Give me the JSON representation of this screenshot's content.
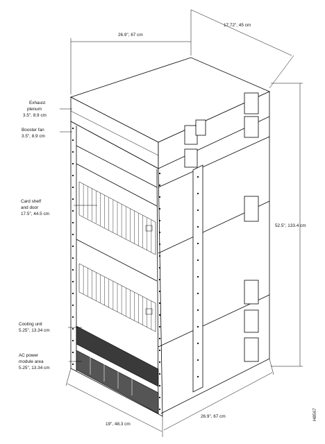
{
  "figure_id": "H8567",
  "dimensions": {
    "top_width": "26.9\", 67 cm",
    "top_depth": "17.72\", 45 cm",
    "height": "52.5\", 133.4 cm",
    "base_width": "19\", 48.3 cm",
    "base_depth": "26.9\", 67 cm"
  },
  "labels": {
    "exhaust_line1": "Exhaust",
    "exhaust_line2": "plenum",
    "exhaust_line3": "3.5\", 8.9 cm",
    "booster_line1": "Booster fan",
    "booster_line2": "3.5\", 8.9 cm",
    "card_line1": "Card shelf",
    "card_line2": "and door",
    "card_line3": "17.5\", 44.5 cm",
    "cooling_line1": "Cooling unit",
    "cooling_line2": "5.25\", 13.34 cm",
    "ac_line1": "AC power",
    "ac_line2": "module area",
    "ac_line3": "5.25\", 13.34 cm"
  }
}
